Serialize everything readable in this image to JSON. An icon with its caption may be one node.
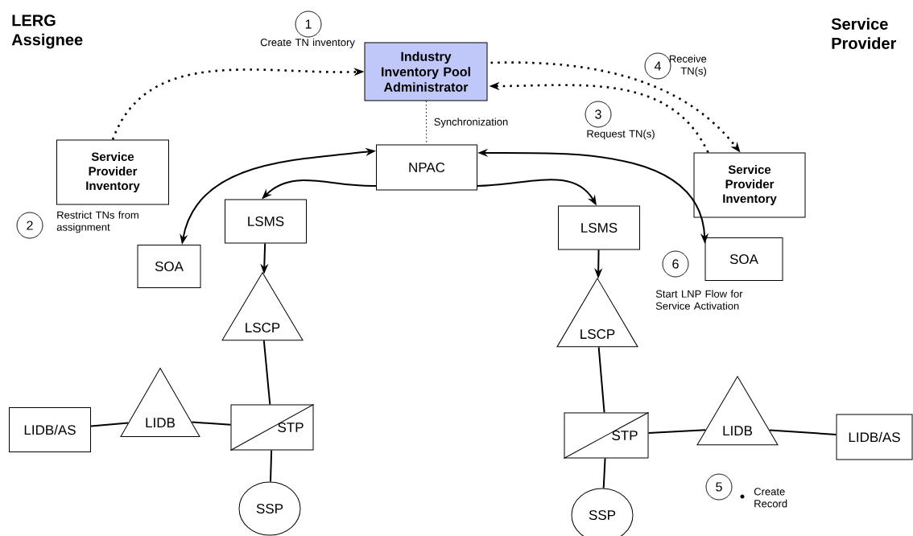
{
  "diagram": {
    "nodes": [
      {
        "text": [
          "Industry Inventory Pool Administrator"
        ]
      },
      {
        "text": [
          "Service Provider Inventory"
        ]
      },
      {
        "text": [
          "NPAC"
        ]
      },
      {
        "text": [
          "Service Provider Inventory"
        ]
      },
      {
        "text": [
          "LSMS"
        ]
      },
      {
        "text": [
          "LSMS"
        ]
      },
      {
        "text": [
          "SOA"
        ]
      },
      {
        "text": [
          "SOA"
        ]
      },
      {
        "text": [
          "LSCP"
        ]
      },
      {
        "text": [
          "LSCP"
        ]
      },
      {
        "text": [
          "LIDB/AS"
        ]
      },
      {
        "text": [
          "LIDB"
        ]
      },
      {
        "text": [
          "STP"
        ]
      },
      {
        "text": [
          "STP"
        ]
      },
      {
        "text": [
          "LIDB"
        ]
      },
      {
        "text": [
          "LIDB/AS"
        ]
      },
      {
        "text": [
          "SSP"
        ]
      },
      {
        "text": [
          "SSP"
        ]
      },
      {
        "text": [
          "1"
        ],
        "beside": [
          "Create TN inventory"
        ]
      },
      {
        "text": [
          "2"
        ]
      },
      {
        "text": [
          "3"
        ],
        "beside": [
          "Request TN(s)"
        ]
      },
      {
        "text": [
          "4"
        ],
        "beside": [
          "Receive TN(s)"
        ]
      },
      {
        "text": [
          "5"
        ],
        "beside": [
          "Create Record"
        ]
      },
      {
        "text": [
          "6"
        ],
        "beside": [
          "Start LNP Flow for Service Activation"
        ]
      }
    ],
    "edges": [
      {
        "from": 1,
        "to": 0,
        "arrow": "to",
        "style": "dashed"
      },
      {
        "from": 3,
        "to": 0,
        "arrow": "to",
        "style": "dashed"
      },
      {
        "from": 0,
        "to": 3,
        "arrow": "to",
        "style": "dashed"
      },
      {
        "from": 0,
        "to": 2,
        "arrow": "none",
        "style": "dashed",
        "label": "Synchronization"
      },
      {
        "from": 2,
        "to": 6,
        "arrow": "both"
      },
      {
        "from": 2,
        "to": 4,
        "arrow": "to"
      },
      {
        "from": 2,
        "to": 7,
        "arrow": "both"
      },
      {
        "from": 2,
        "to": 5,
        "arrow": "to"
      },
      {
        "from": 4,
        "to": 8,
        "arrow": "to"
      },
      {
        "from": 5,
        "to": 9,
        "arrow": "to"
      },
      {
        "from": 8,
        "to": 12,
        "arrow": "none"
      },
      {
        "from": 12,
        "to": 16,
        "arrow": "none"
      },
      {
        "from": 11,
        "to": 12,
        "arrow": "none"
      },
      {
        "from": 10,
        "to": 11,
        "arrow": "none"
      },
      {
        "from": 9,
        "to": 13,
        "arrow": "none"
      },
      {
        "from": 13,
        "to": 17,
        "arrow": "none"
      },
      {
        "from": 13,
        "to": 14,
        "arrow": "none"
      },
      {
        "from": 14,
        "to": 15,
        "arrow": "none"
      }
    ],
    "labels": [
      "LERG Assignee",
      "Service Provider",
      "Restrict TNs from assignment"
    ]
  }
}
